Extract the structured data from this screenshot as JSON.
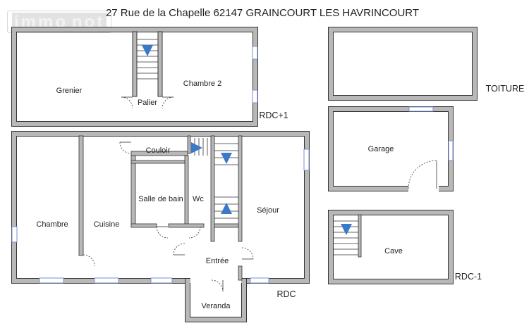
{
  "title": "27 Rue de la Chapelle 62147 GRAINCOURT LES HAVRINCOURT",
  "watermark": {
    "left": "immo",
    "right": "not"
  },
  "levels": {
    "rdc1": "RDC+1",
    "rdc": "RDC",
    "toiture": "TOITURE",
    "rdcm1": "RDC-1"
  },
  "rooms": {
    "grenier": "Grenier",
    "palier": "Palier",
    "chambre2": "Chambre 2",
    "garage": "Garage",
    "couloir": "Couloir",
    "salle_de_bain": "Salle de bain",
    "wc": "Wc",
    "chambre": "Chambre",
    "cuisine": "Cuisine",
    "sejour": "Séjour",
    "entree": "Entrée",
    "veranda": "Veranda",
    "cave": "Cave"
  },
  "colors": {
    "wall_fill": "#b8b8b8",
    "wall_stroke": "#333333",
    "window": "#7a8fd0",
    "arrow": "#3a78c8"
  }
}
